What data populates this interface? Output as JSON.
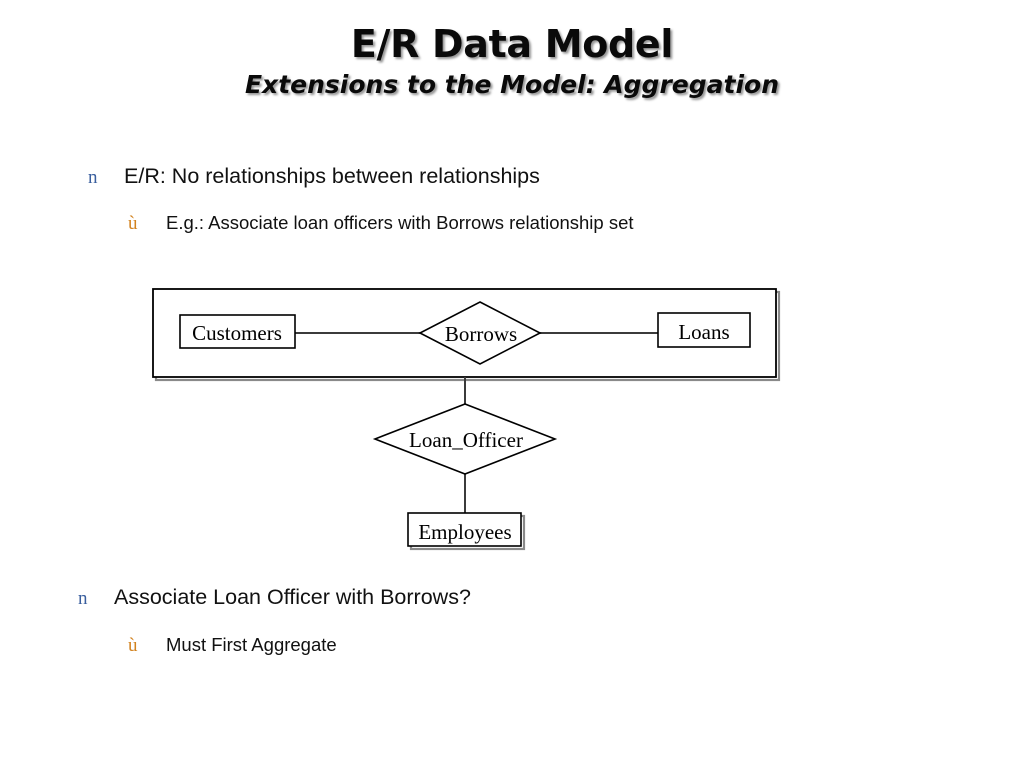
{
  "slide": {
    "title": "E/R Data Model",
    "subtitle": "Extensions to the Model:  Aggregation"
  },
  "bullets": [
    {
      "level": 1,
      "marker": "n",
      "marker_icon": "square-bullet-icon",
      "marker_color": "#3a5f9e",
      "text": "E/R:  No relationships between relationships"
    },
    {
      "level": 2,
      "marker": "ù",
      "marker_icon": "arrow-bullet-icon",
      "marker_color": "#d2821e",
      "text": "E.g.:  Associate loan officers with Borrows relationship set"
    },
    {
      "level": 1,
      "marker": "n",
      "marker_icon": "square-bullet-icon",
      "marker_color": "#3a5f9e",
      "text": "Associate Loan Officer with Borrows?"
    },
    {
      "level": 2,
      "marker": "ù",
      "marker_icon": "arrow-bullet-icon",
      "marker_color": "#d2821e",
      "text": "Must First Aggregate"
    }
  ],
  "diagram": {
    "type": "er-diagram",
    "stroke_color": "#000000",
    "shadow_color": "#808080",
    "entities": [
      {
        "id": "customers",
        "label": "Customers",
        "shape": "rectangle"
      },
      {
        "id": "loans",
        "label": "Loans",
        "shape": "rectangle"
      },
      {
        "id": "employees",
        "label": "Employees",
        "shape": "rectangle"
      }
    ],
    "relationships": [
      {
        "id": "borrows",
        "label": "Borrows",
        "shape": "diamond"
      },
      {
        "id": "loan_officer",
        "label": "Loan_Officer",
        "shape": "diamond"
      }
    ],
    "aggregation_box": {
      "id": "aggregation-boundary",
      "label": "",
      "contains": [
        "customers",
        "borrows",
        "loans"
      ]
    },
    "edges": [
      {
        "from": "customers",
        "to": "borrows"
      },
      {
        "from": "borrows",
        "to": "loans"
      },
      {
        "from": "aggregation-boundary",
        "to": "loan_officer"
      },
      {
        "from": "loan_officer",
        "to": "employees"
      }
    ]
  }
}
